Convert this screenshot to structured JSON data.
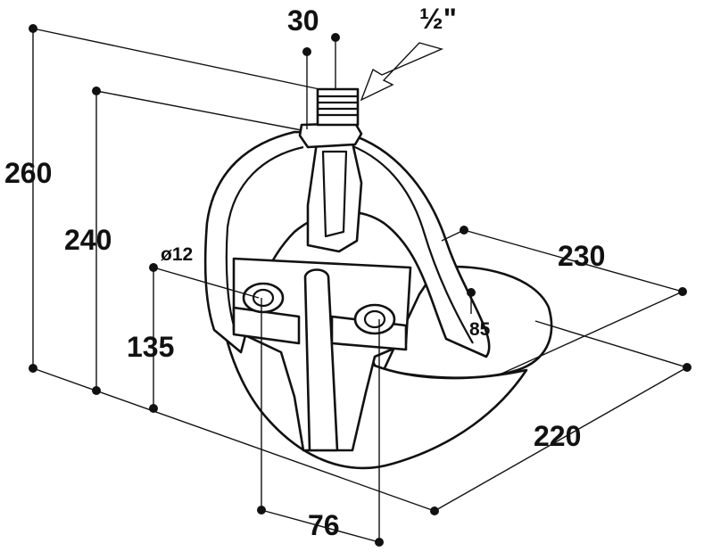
{
  "diagram": {
    "subject": "drinking-bowl",
    "labels": {
      "width_top": "30",
      "thread": "½\"",
      "height_total": "260",
      "height_bracket": "240",
      "hole_diameter": "ø12",
      "hole_height": "135",
      "depth": "230",
      "bowl_depth": "85",
      "width": "220",
      "hole_spacing": "76"
    },
    "colors": {
      "line": "#111111",
      "background": "#ffffff"
    }
  }
}
